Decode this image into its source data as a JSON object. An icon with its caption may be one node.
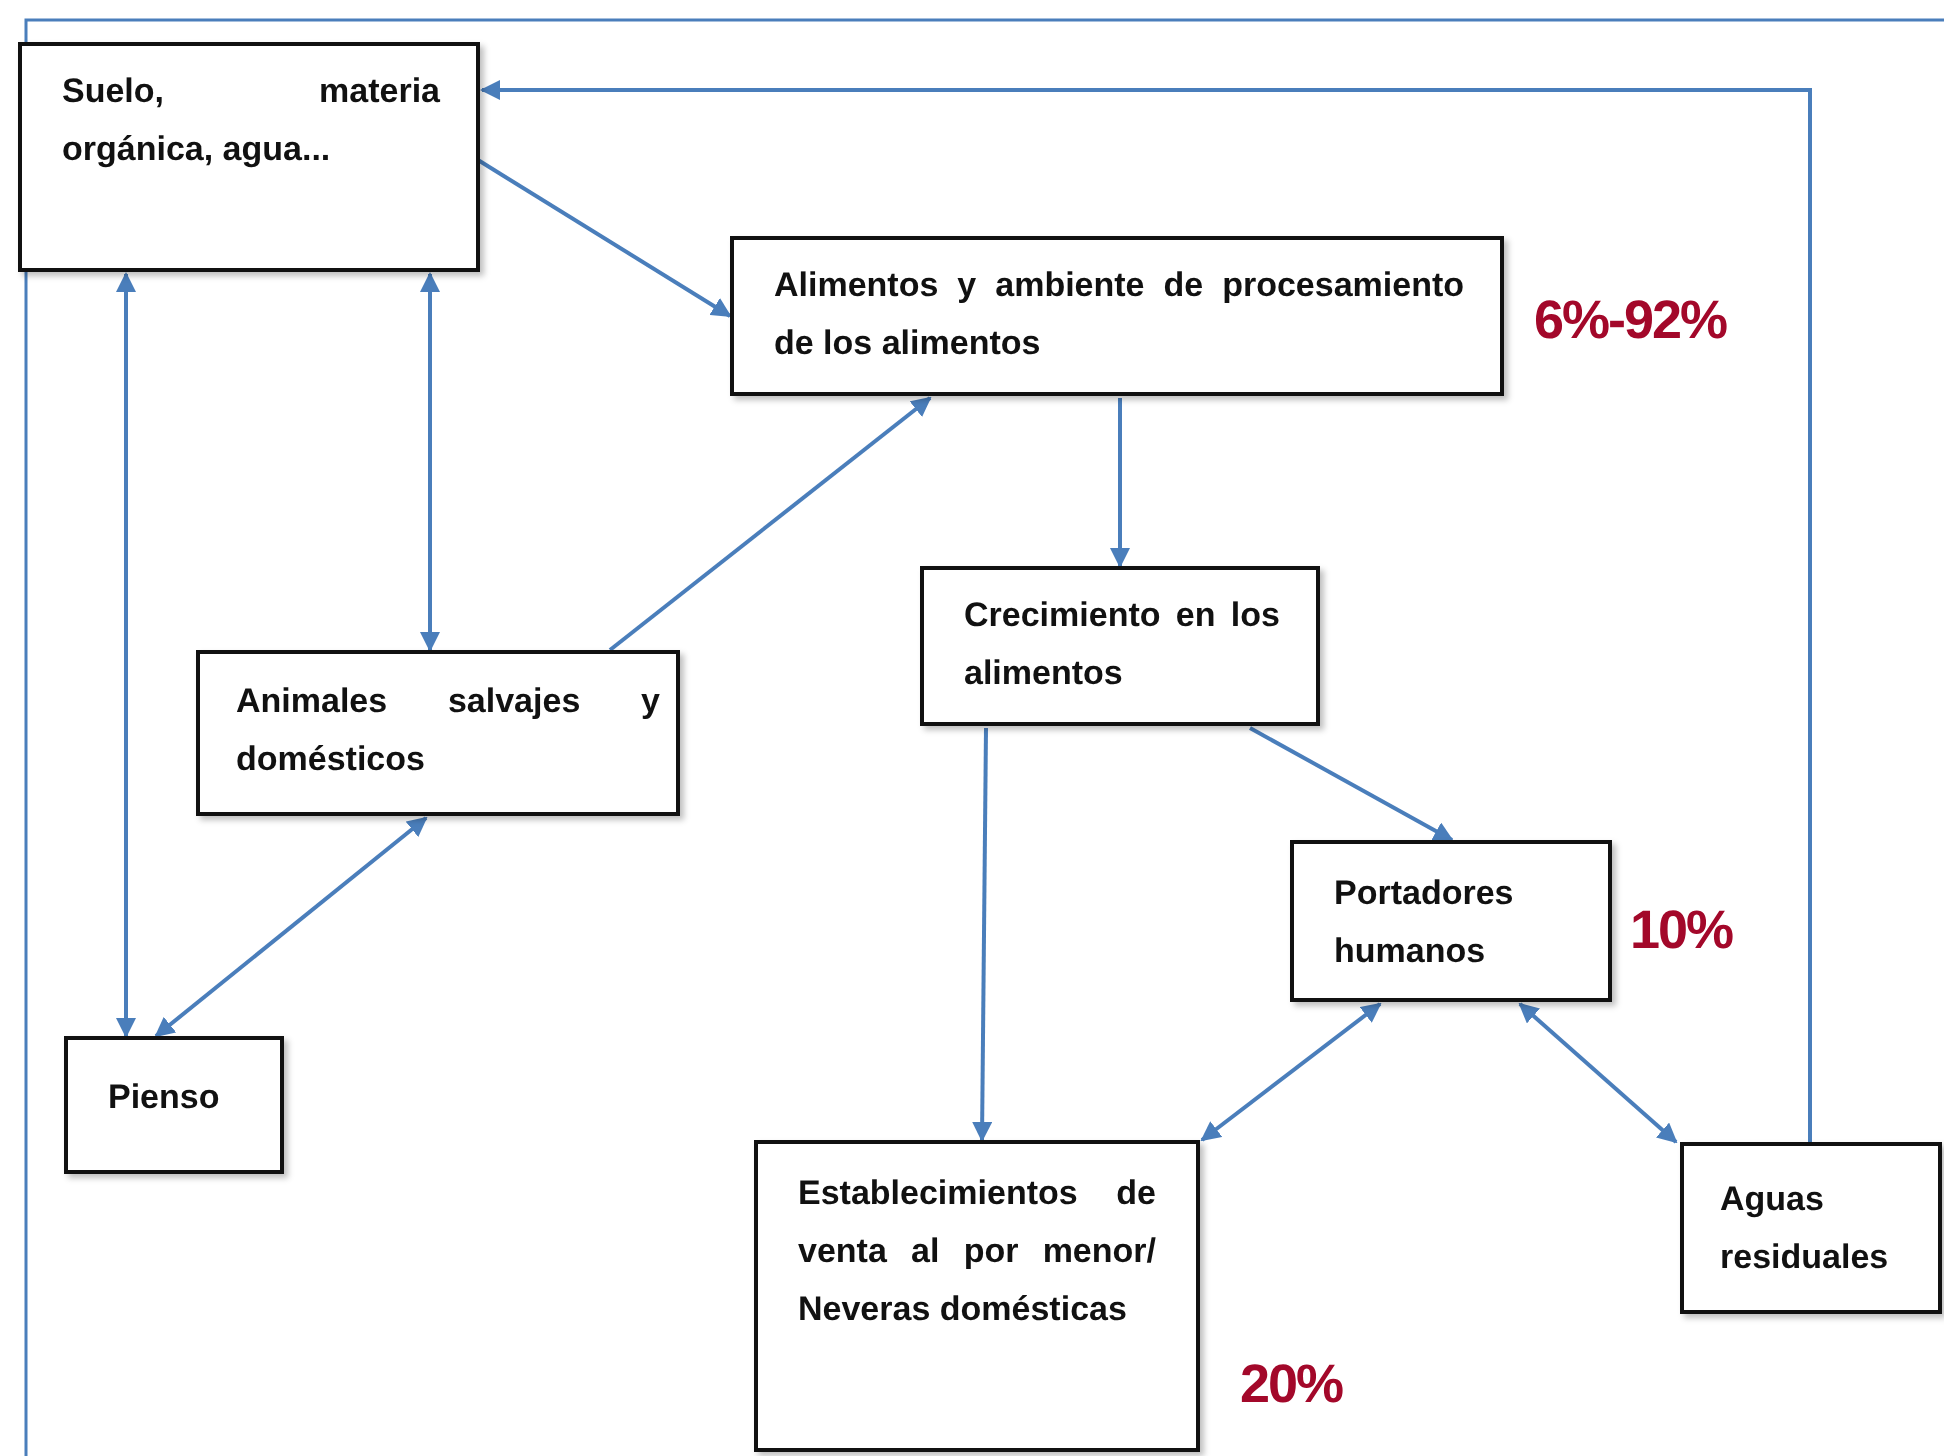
{
  "diagram": {
    "nodes": [
      {
        "text": [
          "Suelo, materia orgánica, agua..."
        ]
      },
      {
        "text": [
          "Alimentos y ambiente de procesamiento de los alimentos"
        ],
        "beside": [
          "6%-92%"
        ]
      },
      {
        "text": [
          "Crecimiento en los alimentos"
        ]
      },
      {
        "text": [
          "Animales salvajes y domésticos"
        ]
      },
      {
        "text": [
          "Portadores humanos"
        ],
        "beside": [
          "10%"
        ]
      },
      {
        "text": [
          "Pienso"
        ]
      },
      {
        "text": [
          "Establecimientos de venta al por menor/ Neveras domésticas"
        ],
        "beside": [
          "20%"
        ]
      },
      {
        "text": [
          "Aguas residuales"
        ]
      }
    ],
    "edges": [
      {
        "from": 0,
        "to": 1,
        "arrow": "to"
      },
      {
        "from": 0,
        "to": 3,
        "arrow": "both"
      },
      {
        "from": 0,
        "to": 5,
        "arrow": "both"
      },
      {
        "from": 3,
        "to": 1,
        "arrow": "to"
      },
      {
        "from": 3,
        "to": 5,
        "arrow": "both"
      },
      {
        "from": 1,
        "to": 2,
        "arrow": "to"
      },
      {
        "from": 2,
        "to": 6,
        "arrow": "to"
      },
      {
        "from": 2,
        "to": 4,
        "arrow": "to"
      },
      {
        "from": 4,
        "to": 6,
        "arrow": "both"
      },
      {
        "from": 4,
        "to": 7,
        "arrow": "both"
      },
      {
        "from": 7,
        "to": 0,
        "arrow": "to"
      }
    ]
  }
}
